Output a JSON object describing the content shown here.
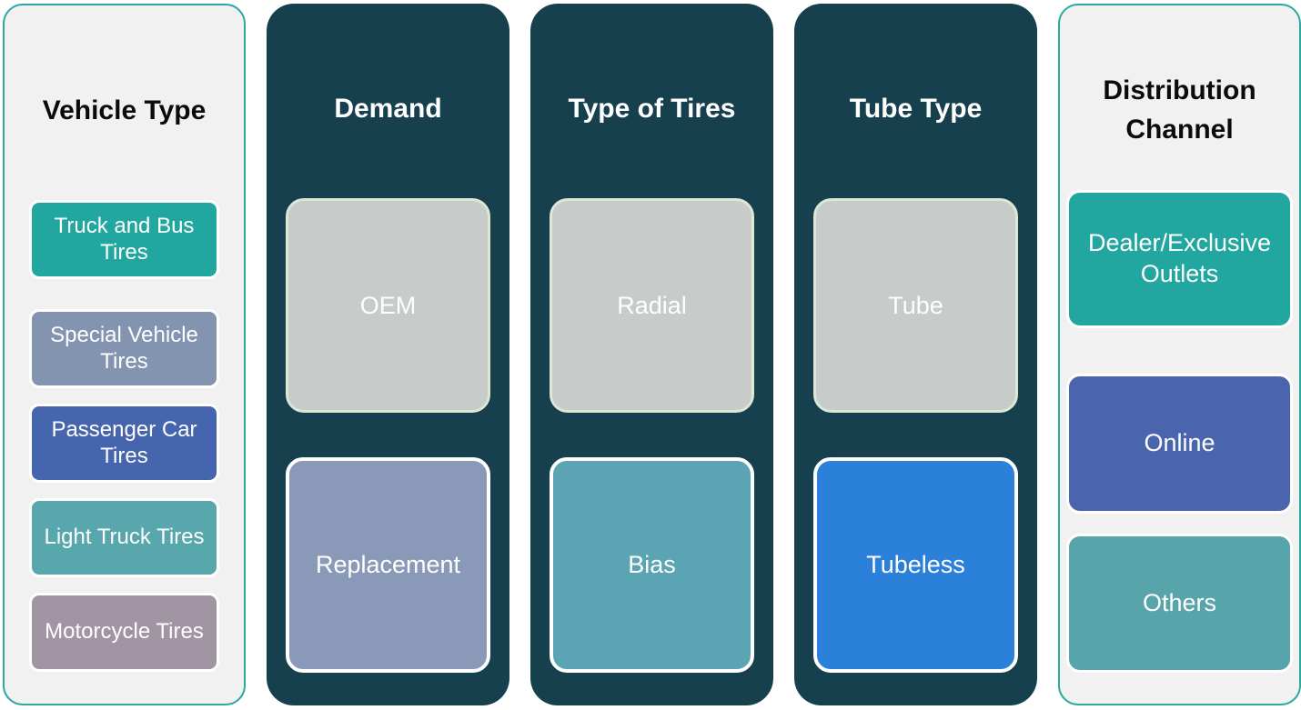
{
  "colors": {
    "page_bg": "#ffffff",
    "light_column_bg": "#f1f1f1",
    "light_column_border": "#2ba8a2",
    "dark_column_bg": "#17404f",
    "pale_green_border": "#dde7d1",
    "white_border": "#ffffff",
    "teal": "#21a79f",
    "blue_gray": "#8394b1",
    "blue": "#4565ae",
    "light_teal": "#58a7ad",
    "mauve": "#a195a3",
    "gray_box": "#c7cbca",
    "bright_blue": "#2b80da"
  },
  "columns": [
    {
      "id": "vehicle-type",
      "kind": "light-list",
      "style": "light",
      "title": "Vehicle Type",
      "items": [
        {
          "label": "Truck and Bus Tires",
          "color": "#21a79f"
        },
        {
          "label": "Special Vehicle Tires",
          "color": "#8394b1"
        },
        {
          "label": "Passenger Car Tires",
          "color": "#4565ae"
        },
        {
          "label": "Light Truck Tires",
          "color": "#58a7ad"
        },
        {
          "label": "Motorcycle Tires",
          "color": "#a195a3"
        }
      ]
    },
    {
      "id": "demand",
      "kind": "dark-pair",
      "style": "dark",
      "title": "Demand",
      "items": [
        {
          "label": "OEM",
          "color": "#c7cbca"
        },
        {
          "label": "Replacement",
          "color": "#8b99b8"
        }
      ]
    },
    {
      "id": "type-of-tires",
      "kind": "dark-pair",
      "style": "dark",
      "title": "Type of Tires",
      "items": [
        {
          "label": "Radial",
          "color": "#c7cbca"
        },
        {
          "label": "Bias",
          "color": "#5ba4b4"
        }
      ]
    },
    {
      "id": "tube-type",
      "kind": "dark-pair",
      "style": "dark",
      "title": "Tube Type",
      "items": [
        {
          "label": "Tube",
          "color": "#c7cbca"
        },
        {
          "label": "Tubeless",
          "color": "#2b80da"
        }
      ]
    },
    {
      "id": "distribution-channel",
      "kind": "light-dist",
      "style": "light",
      "title": "Distribution Channel",
      "items": [
        {
          "label": "Dealer/Exclusive Outlets",
          "color": "#21a79f"
        },
        {
          "label": "Online",
          "color": "#4a65ad"
        },
        {
          "label": "Others",
          "color": "#57a4aa"
        }
      ]
    }
  ]
}
